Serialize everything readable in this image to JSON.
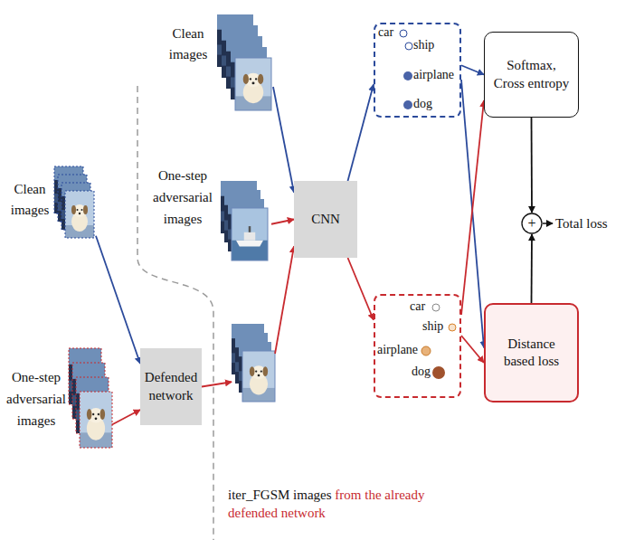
{
  "diagram": {
    "nodes": [
      {
        "text": [
          "Clean images"
        ]
      },
      {
        "text": [
          "One-step adversarial images"
        ]
      },
      {
        "text": [
          "Defended network"
        ]
      },
      {
        "text": [
          "Clean images"
        ]
      },
      {
        "text": [
          "One-step adversarial images"
        ]
      },
      {
        "text": [
          "iter_FGSM images",
          "from the already defended network"
        ]
      },
      {
        "text": [
          "CNN"
        ]
      },
      {
        "text": [
          "car",
          "ship",
          "airplane",
          "dog"
        ]
      },
      {
        "text": [
          "car",
          "ship",
          "airplane",
          "dog"
        ]
      },
      {
        "text": [
          "Softmax, Cross entropy"
        ]
      },
      {
        "text": [
          "Distance based loss"
        ]
      },
      {
        "text": [
          "+"
        ]
      }
    ],
    "edges": [
      {
        "from": 0,
        "to": 2,
        "arrow": "to"
      },
      {
        "from": 1,
        "to": 2,
        "arrow": "to"
      },
      {
        "from": 2,
        "to": 5,
        "arrow": "to"
      },
      {
        "from": 3,
        "to": 6,
        "arrow": "to"
      },
      {
        "from": 4,
        "to": 6,
        "arrow": "to"
      },
      {
        "from": 5,
        "to": 6,
        "arrow": "to"
      },
      {
        "from": 6,
        "to": 7,
        "arrow": "to"
      },
      {
        "from": 6,
        "to": 8,
        "arrow": "to"
      },
      {
        "from": 7,
        "to": 9,
        "arrow": "to"
      },
      {
        "from": 7,
        "to": 10,
        "arrow": "to"
      },
      {
        "from": 8,
        "to": 9,
        "arrow": "to"
      },
      {
        "from": 8,
        "to": 10,
        "arrow": "to"
      },
      {
        "from": 9,
        "to": 11,
        "arrow": "to"
      },
      {
        "from": 10,
        "to": 11,
        "arrow": "to"
      }
    ],
    "labels": [
      "Total loss"
    ]
  }
}
